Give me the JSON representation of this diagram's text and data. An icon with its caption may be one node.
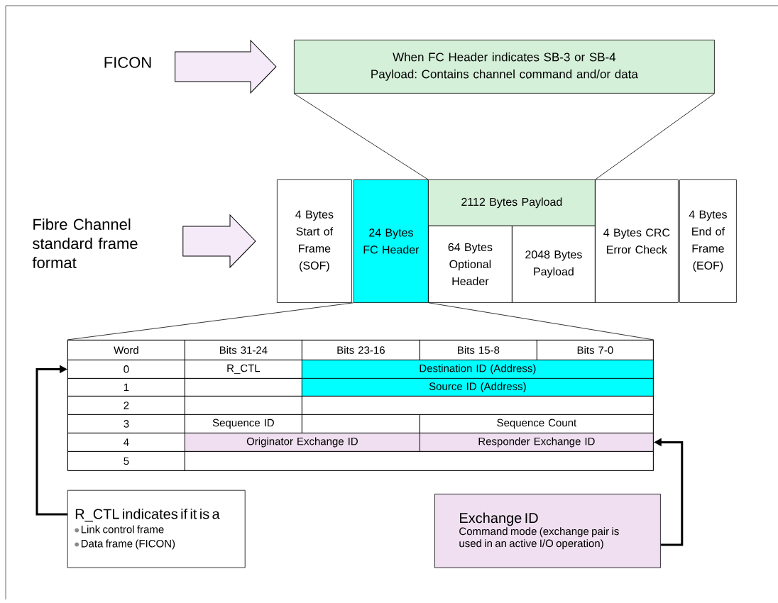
{
  "diagram": {
    "nodes": [
      {
        "text": [
          "FICON"
        ]
      },
      {
        "text": [
          "When FC Header indicates SB-3 or SB-4 Payload: Contains channel command and/or data"
        ]
      },
      {
        "text": [
          "Fibre Channel standard frame format"
        ]
      },
      {
        "text": [
          "4 Bytes Start of Frame (SOF)"
        ]
      },
      {
        "text": [
          "24 Bytes FC Header"
        ]
      },
      {
        "text": [
          "2112 Bytes Payload"
        ]
      },
      {
        "text": [
          "64 Bytes Optional Header"
        ]
      },
      {
        "text": [
          "2048 Bytes Payload"
        ]
      },
      {
        "text": [
          "4 Bytes CRC Error Check"
        ]
      },
      {
        "text": [
          "4 Bytes End of Frame (EOF)"
        ]
      },
      {
        "text": [],
        "shape": "box"
      },
      {
        "text": [
          "Word"
        ],
        "in": 10
      },
      {
        "text": [
          "Bits 31-24"
        ],
        "in": 10
      },
      {
        "text": [
          "Bits 23-16"
        ],
        "in": 10
      },
      {
        "text": [
          "Bits 15-8"
        ],
        "in": 10
      },
      {
        "text": [
          "Bits 7-0"
        ],
        "in": 10
      },
      {
        "text": [
          "0"
        ],
        "in": 10
      },
      {
        "text": [
          "R_CTL"
        ],
        "in": 10
      },
      {
        "text": [
          "Destination ID (Address)"
        ],
        "in": 10
      },
      {
        "text": [
          "1"
        ],
        "in": 10
      },
      {
        "text": [],
        "shape": "box",
        "in": 10
      },
      {
        "text": [
          "Source ID (Address)"
        ],
        "in": 10
      },
      {
        "text": [
          "2"
        ],
        "in": 10
      },
      {
        "text": [],
        "shape": "box",
        "in": 10
      },
      {
        "text": [],
        "shape": "box",
        "in": 10
      },
      {
        "text": [
          "3"
        ],
        "in": 10
      },
      {
        "text": [
          "Sequence ID"
        ],
        "in": 10
      },
      {
        "text": [],
        "shape": "box",
        "in": 10
      },
      {
        "text": [
          "Sequence Count"
        ],
        "in": 10
      },
      {
        "text": [
          "4"
        ],
        "in": 10
      },
      {
        "text": [
          "Originator Exchange ID"
        ],
        "in": 10
      },
      {
        "text": [
          "Responder Exchange ID"
        ],
        "in": 10
      },
      {
        "text": [
          "5"
        ],
        "in": 10
      },
      {
        "text": [],
        "shape": "box",
        "in": 10
      },
      {
        "text": [
          "R_CTL indicates if it is a",
          "Link control frame",
          "Data frame (FICON)"
        ]
      },
      {
        "text": [
          "Exchange ID",
          "Command mode (exchange pair is used in an active I/O operation)"
        ]
      }
    ],
    "edges": [
      {
        "from": 0,
        "to": 1,
        "arrow": "to",
        "style": "thick"
      },
      {
        "from": 2,
        "to": 3,
        "arrow": "to",
        "style": "thick"
      },
      {
        "from": 1,
        "to": 5,
        "arrow": "none"
      },
      {
        "from": 1,
        "to": 5,
        "arrow": "none"
      },
      {
        "from": 4,
        "to": 10,
        "arrow": "none"
      },
      {
        "from": 4,
        "to": 10,
        "arrow": "none"
      },
      {
        "from": 34,
        "to": 16,
        "arrow": "to",
        "style": "thick"
      },
      {
        "from": 35,
        "to": 31,
        "arrow": "to",
        "style": "thick"
      }
    ]
  }
}
